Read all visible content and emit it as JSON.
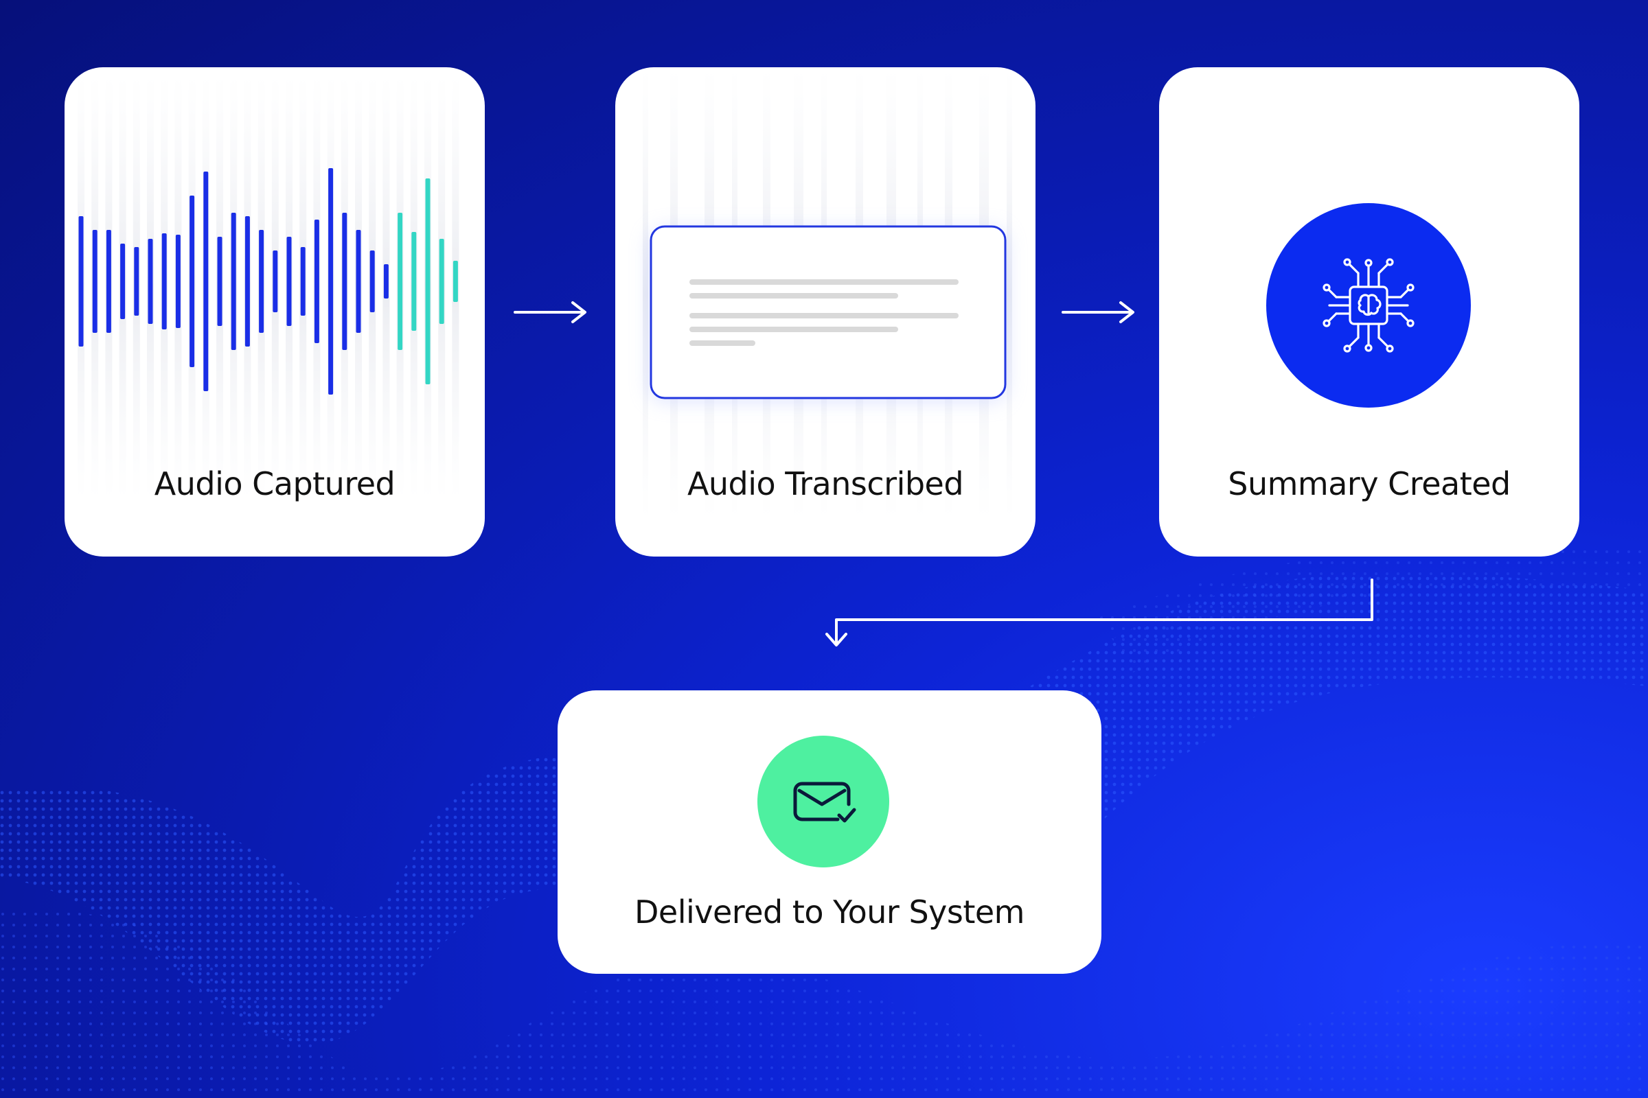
{
  "steps": [
    {
      "label": "Audio Captured"
    },
    {
      "label": "Audio Transcribed"
    },
    {
      "label": "Summary Created"
    },
    {
      "label": "Delivered to Your System"
    }
  ],
  "colors": {
    "background": "#0d24d6",
    "card": "#ffffff",
    "waveform_blue": "#1a2ee6",
    "waveform_teal": "#33d6c4",
    "ai_circle": "#0b2bf0",
    "delivered_circle": "#4ef0a0",
    "transcript_border": "#2237e0",
    "text_line": "#d9d9d9"
  },
  "icons": {
    "summary": "ai-chip-brain-icon",
    "delivered": "mail-check-icon",
    "arrow": "arrow-right-icon"
  }
}
